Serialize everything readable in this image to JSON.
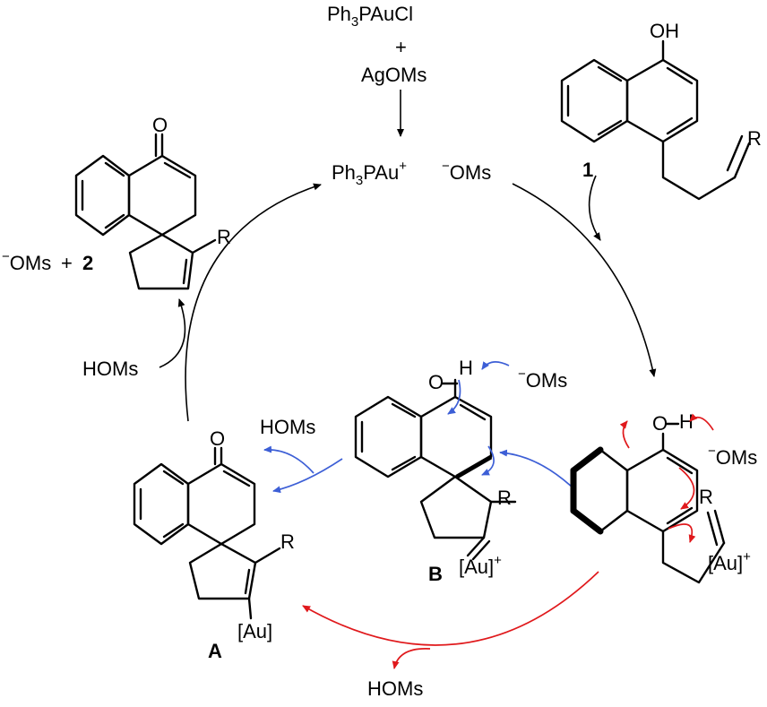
{
  "catalyst": {
    "precursor": "Ph3PAuCl",
    "plus": "+",
    "additive": "AgOMs",
    "active_species": "Ph3PAu+",
    "counterion": "-OMs"
  },
  "compound_1": {
    "oh": "OH",
    "r": "R",
    "label": "1"
  },
  "product": {
    "carbonyl_o": "O",
    "r": "R",
    "release_ion": "-OMs",
    "release_plus": "+",
    "release_number": "2"
  },
  "protonation": {
    "reagent": "HOMs"
  },
  "intermediate_activated": {
    "o": "O",
    "h": "H",
    "base": "-OMs",
    "r": "R",
    "au": "[Au]+"
  },
  "intermediate_B": {
    "o": "O",
    "h": "H",
    "base": "-OMs",
    "r": "R",
    "au": "[Au]+",
    "label": "B"
  },
  "intermediate_A": {
    "o": "O",
    "r": "R",
    "au": "[Au]",
    "label": "A",
    "byproduct": "HOMs"
  },
  "red_path": {
    "byproduct": "HOMs"
  },
  "colors": {
    "red_arrow": "#e0191c",
    "blue_arrow": "#3d5fd6",
    "black": "#000000"
  }
}
